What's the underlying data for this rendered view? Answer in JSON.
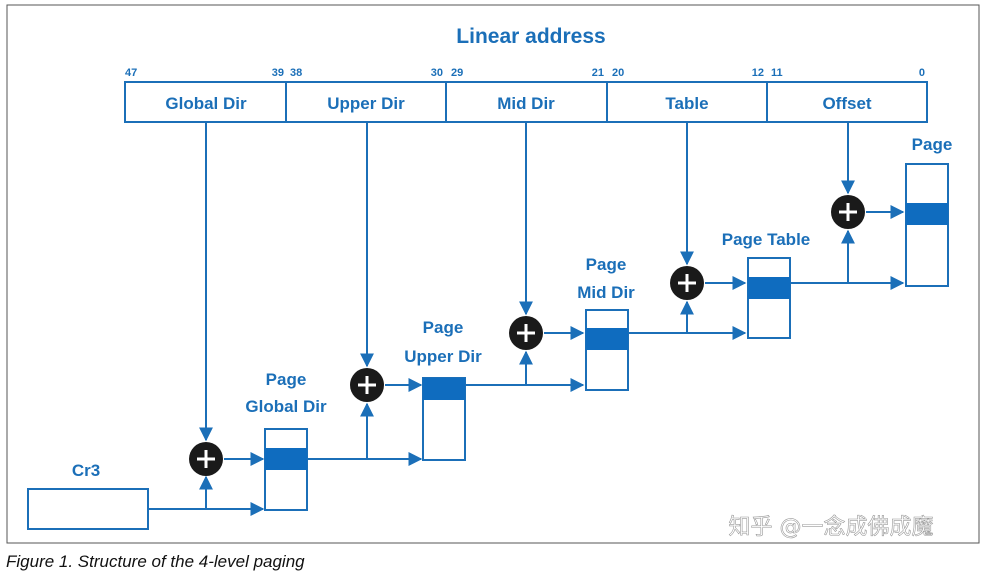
{
  "diagram": {
    "title": "Linear address",
    "bit_labels": [
      "47",
      "39",
      "38",
      "30",
      "29",
      "21",
      "20",
      "12",
      "11",
      "0"
    ],
    "fields": [
      "Global Dir",
      "Upper Dir",
      "Mid Dir",
      "Table",
      "Offset"
    ],
    "register": "Cr3",
    "tables": {
      "global": [
        "Page",
        "Global Dir"
      ],
      "upper": [
        "Page",
        "Upper Dir"
      ],
      "mid": [
        "Page",
        "Mid Dir"
      ],
      "table": "Page Table",
      "page": "Page"
    },
    "watermark": "知乎 @一念成佛成魔"
  },
  "caption": "Figure 1. Structure of the 4-level paging"
}
